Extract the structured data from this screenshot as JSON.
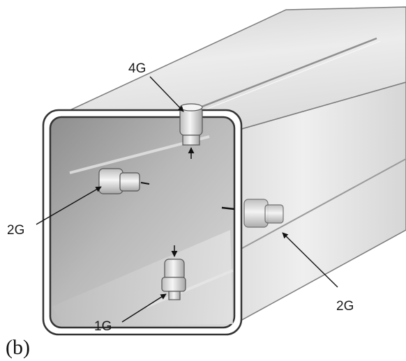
{
  "figure": {
    "panel_label": "(b)",
    "sensors": [
      {
        "label": "4G"
      },
      {
        "label": "2G"
      },
      {
        "label": "2G"
      },
      {
        "label": "1G"
      }
    ]
  }
}
